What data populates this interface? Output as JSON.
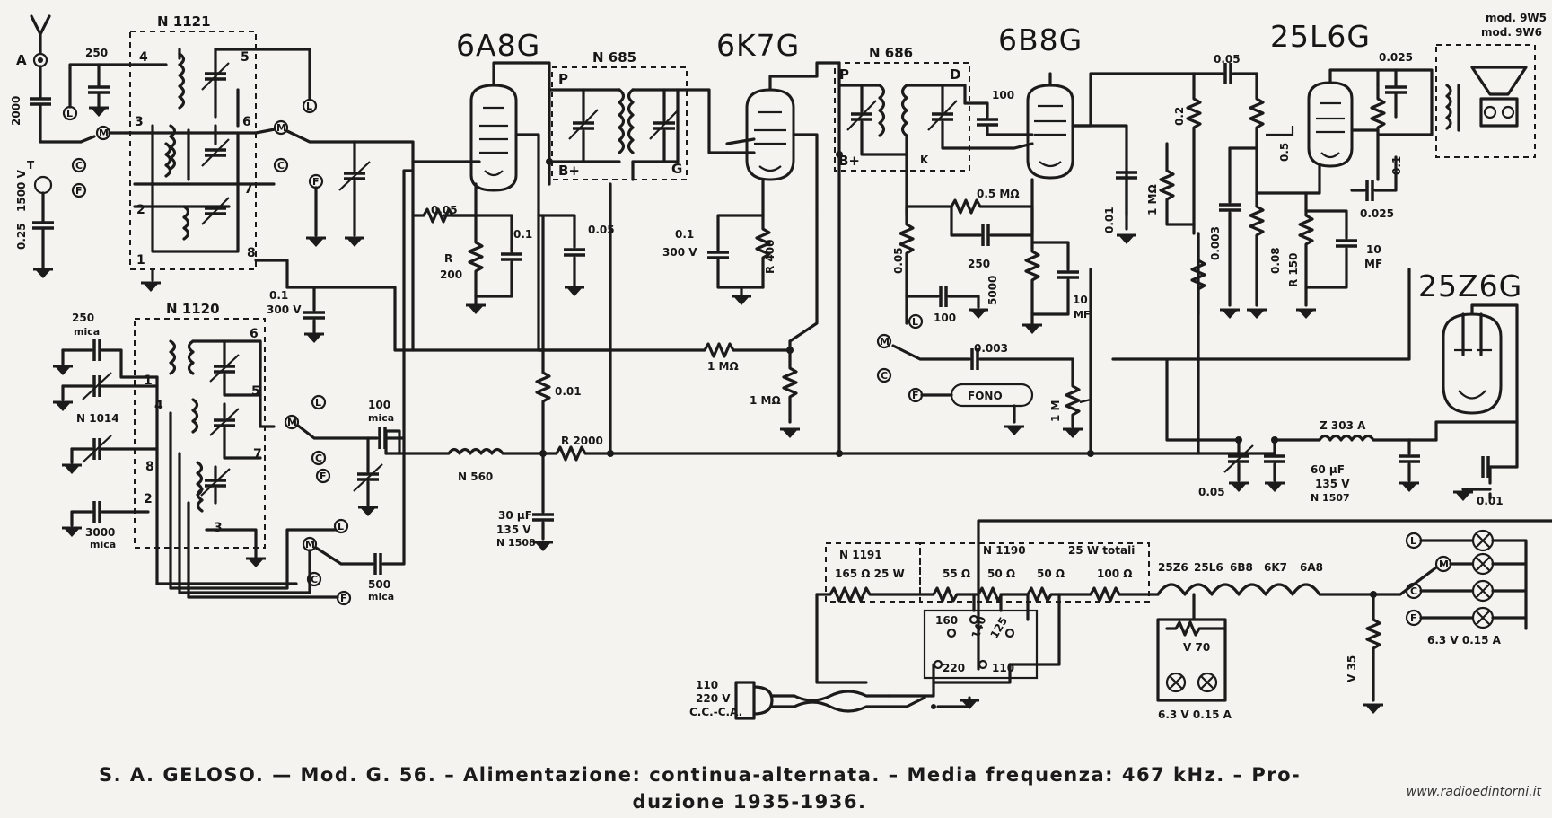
{
  "diagram_title": "S. A. GELOSO.",
  "diagram": {
    "tubes": {
      "converter": "6A8G",
      "if_amp": "6K7G",
      "detector": "6B8G",
      "output": "25L6G",
      "rectifier": "25Z6G"
    },
    "transformers": {
      "osc_coils_a": "N 1121",
      "osc_coils_b": "N 1120",
      "if1": "N 685",
      "if2": "N 686",
      "dropper": "N 1190",
      "dropper_b": "N 1191",
      "choke": "Z 303 A"
    },
    "speaker_model": [
      "mod. 9W5",
      "mod. 9W6"
    ],
    "terminals": [
      "A",
      "T",
      "L",
      "M",
      "C",
      "F"
    ],
    "if_labels": [
      "P",
      "B+",
      "G",
      "P",
      "B+",
      "D",
      "K"
    ],
    "coil_pins_top": [
      "4",
      "5",
      "3",
      "6",
      "2",
      "7",
      "1",
      "8"
    ],
    "coil_pins_bottom": [
      "6",
      "1",
      "4",
      "5",
      "7",
      "8",
      "2",
      "3"
    ],
    "components": {
      "c_250_a": "250",
      "c_2000": "2000",
      "c_025": "0.25",
      "v_1500": "1500 V",
      "c_250_mica": "250",
      "mica": "mica",
      "n1014": "N 1014",
      "c_3000": "3000",
      "c_100_mica": "100",
      "c_500": "500",
      "c_01_300": "0.1",
      "v_300": "300 V",
      "r_005": "0.05",
      "r_200": "200",
      "c_01_a": "0.1",
      "c_005_a": "0.05",
      "c_01_6k7": "0.1",
      "v_300_6k7": "300 V",
      "r_400": "R 400",
      "r_1m_a": "1 MΩ",
      "r_1m_b": "1 MΩ",
      "r_001": "0.01",
      "r_2000": "R 2000",
      "n_560": "N 560",
      "c_30uf": "30 μF",
      "v_135": "135 V",
      "n1508": "N 1508",
      "c_100_det": "100",
      "r_05m": "0.5 MΩ",
      "c_250_det": "250",
      "r_005_det": "0.05",
      "r_5000": "5000",
      "c_10mf": "10",
      "mf": "MF",
      "c_100_b": "100",
      "c_0003": "0.003",
      "fono": "FONO",
      "r_1m_pot": "1 M",
      "c_001_det": "0.01",
      "r_1m_c": "1 MΩ",
      "c_005_coup": "0.05",
      "r_02": "0.2",
      "c_0003_b": "0.003",
      "r_05": "0.5",
      "r_008": "0.08",
      "r_150": "R 150",
      "c_10mf_b": "10",
      "c_0025": "0.025",
      "r_01": "0.1",
      "c_0025_b": "0.025",
      "c_005_psu": "0.05",
      "c_60mf": "60 μF",
      "v_135_b": "135 V",
      "n1507": "N 1507",
      "c_001_psu": "0.01",
      "r_165": "165 Ω  25 W",
      "r_55": "55 Ω",
      "r_50a": "50 Ω",
      "r_50b": "50 Ω",
      "r_100": "100 Ω",
      "r_25w": "25 W totali",
      "v_70": "V 70",
      "v_35": "V 35"
    },
    "heater_chain": [
      "25Z6",
      "25L6",
      "6B8",
      "6K7",
      "6A8"
    ],
    "mains_taps": [
      "160",
      "140",
      "125",
      "220",
      "110"
    ],
    "mains_input": [
      "110",
      "220 V",
      "C.C.-C.A."
    ],
    "lamp_rating": "6.3 V  0.15 A",
    "lamp_rating_b": "6.3 V  0.15 A"
  },
  "caption": {
    "line1": "S. A. GELOSO. — Mod. G. 56. – Alimentazione: continua-alternata. – Media frequenza: 467 kHz. – Pro-",
    "line2": "duzione 1935-1936."
  },
  "watermark": "www.radioedintorni.it"
}
